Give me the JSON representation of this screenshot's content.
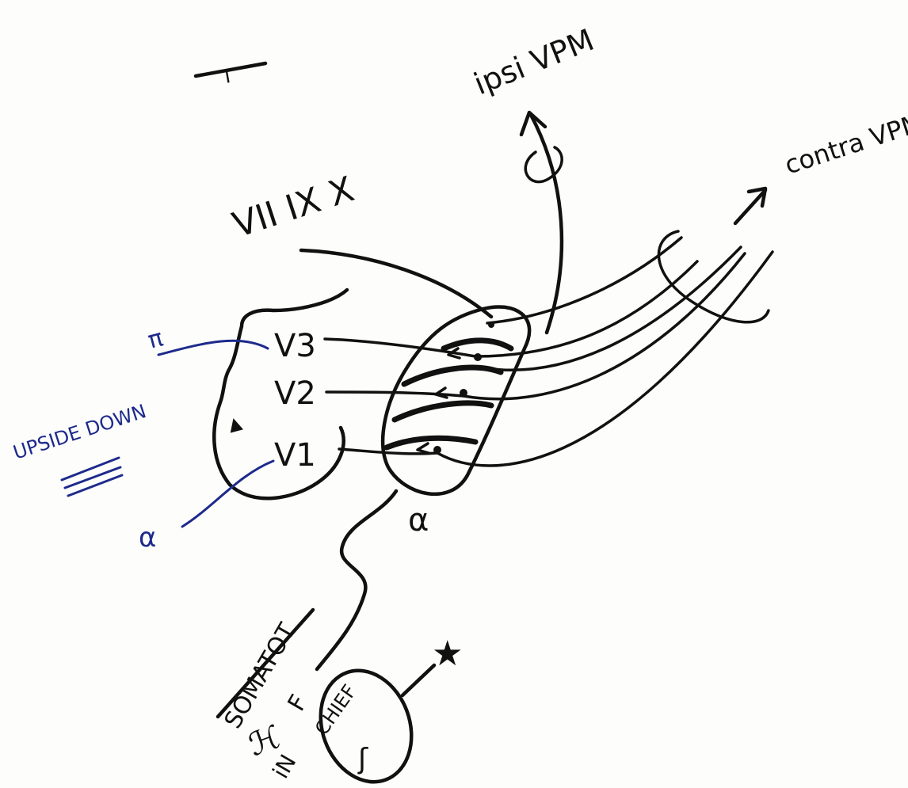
{
  "labels": {
    "top_left": "I",
    "ipsi": "ipsi VPM",
    "contra": "contra VPM",
    "cranial": "VII IX X",
    "v3": "V3",
    "v2": "V2",
    "v1": "V1",
    "delta": "▲",
    "alpha_right": "α",
    "pi_blue": "π",
    "upside_down": "UPSIDE DOWN",
    "alpha_blue": "α",
    "somatotopic": "SOMATOT",
    "f_mark": "F",
    "face_mark": "ℋ",
    "in_mark": "iN",
    "chief": "CHIEF",
    "chief_sub": "ʃ",
    "star": "★"
  },
  "colors": {
    "ink": "#111111",
    "blue_ink": "#1d2a8c",
    "paper": "#fdfdfb"
  }
}
